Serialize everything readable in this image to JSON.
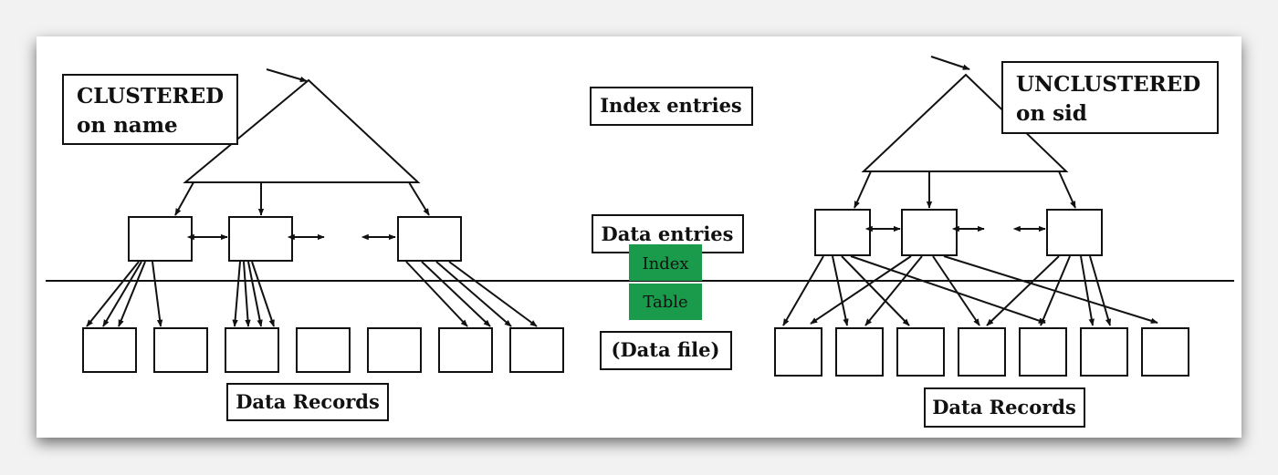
{
  "clustered_label": [
    "CLUSTERED",
    "on name"
  ],
  "unclustered_label": [
    "UNCLUSTERED",
    "on sid"
  ],
  "index_entries": "Index entries",
  "data_entries": "Data entries",
  "index_tag": "Index",
  "table_tag": "Table",
  "data_file": "(Data file)",
  "left_records": "Data Records",
  "right_records": "Data Records",
  "colors": {
    "tag_green": "#1a9b4b"
  }
}
